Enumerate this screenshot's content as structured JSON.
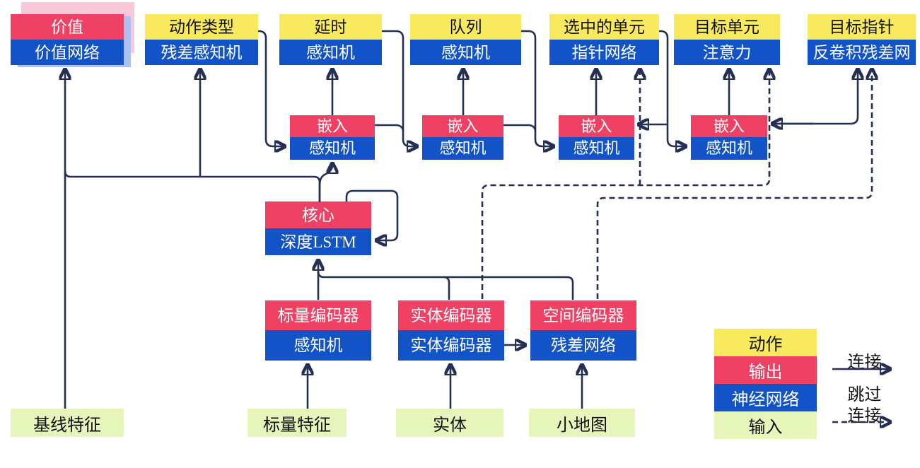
{
  "colors": {
    "yellow": "#F9E95E",
    "red": "#EE4164",
    "blue": "#1353C8",
    "green": "#E6F6BA",
    "line": "#233054",
    "pink": "#F8C7DA",
    "lightblue": "#AEC0EF",
    "white": "#FFFFFF"
  },
  "boxes": {
    "value": {
      "top": "价值",
      "bottom": "价值网络"
    },
    "action_type": {
      "top": "动作类型",
      "bottom": "残差感知机"
    },
    "delay": {
      "top": "延时",
      "bottom": "感知机"
    },
    "queue": {
      "top": "队列",
      "bottom": "感知机"
    },
    "selected_units": {
      "top": "选中的单元",
      "bottom": "指针网络"
    },
    "target_unit": {
      "top": "目标单元",
      "bottom": "注意力"
    },
    "target_point": {
      "top": "目标指针",
      "bottom": "反卷积残差网"
    },
    "embed1": {
      "top": "嵌入",
      "bottom": "感知机"
    },
    "embed2": {
      "top": "嵌入",
      "bottom": "感知机"
    },
    "embed3": {
      "top": "嵌入",
      "bottom": "感知机"
    },
    "embed4": {
      "top": "嵌入",
      "bottom": "感知机"
    },
    "core": {
      "top": "核心",
      "bottom": "深度LSTM"
    },
    "scalar_encoder": {
      "top": "标量编码器",
      "bottom": "感知机"
    },
    "entity_encoder": {
      "top": "实体编码器",
      "bottom": "实体编码器"
    },
    "spatial_encoder": {
      "top": "空间编码器",
      "bottom": "残差网络"
    }
  },
  "inputs": {
    "baseline": "基线特征",
    "scalar": "标量特征",
    "entity": "实体",
    "minimap": "小地图"
  },
  "legend": {
    "action": "动作",
    "output": "输出",
    "network": "神经网络",
    "input": "输入",
    "connection": "连接",
    "skip_line1": "跳过",
    "skip_line2": "连接"
  }
}
